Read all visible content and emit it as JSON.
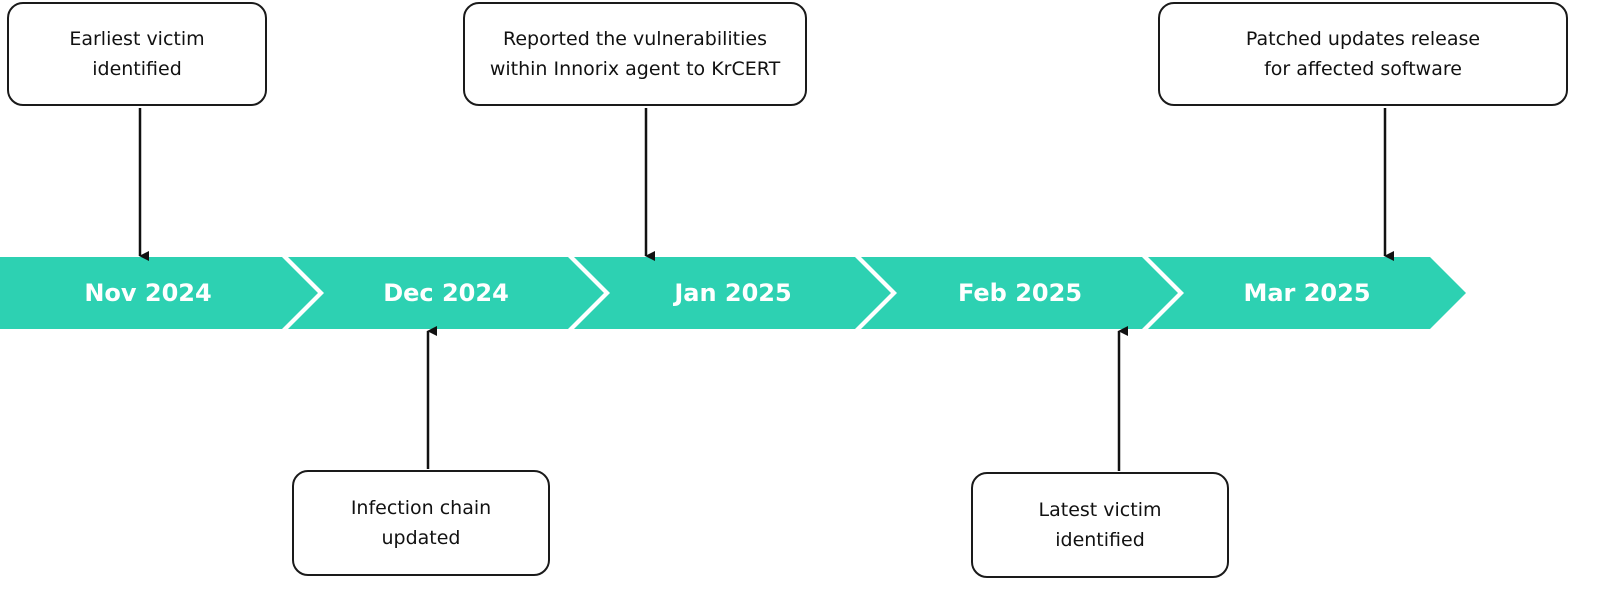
{
  "colors": {
    "band": "#2dd1b2",
    "band_text": "#ffffff",
    "line": "#111111"
  },
  "timeline": {
    "periods": [
      {
        "label": "Nov 2024"
      },
      {
        "label": "Dec 2024"
      },
      {
        "label": "Jan 2025"
      },
      {
        "label": "Feb 2025"
      },
      {
        "label": "Mar 2025"
      }
    ],
    "events": [
      {
        "text": "Earliest victim\nidentified",
        "period": "Nov 2024",
        "side": "above"
      },
      {
        "text": "Infection chain\nupdated",
        "period": "Dec 2024",
        "side": "below"
      },
      {
        "text": "Reported the vulnerabilities\nwithin Innorix agent to KrCERT",
        "period": "Jan 2025",
        "side": "above"
      },
      {
        "text": "Latest victim\nidentified",
        "period": "Feb 2025",
        "side": "below"
      },
      {
        "text": "Patched updates release\nfor affected software",
        "period": "Mar 2025",
        "side": "above"
      }
    ]
  }
}
